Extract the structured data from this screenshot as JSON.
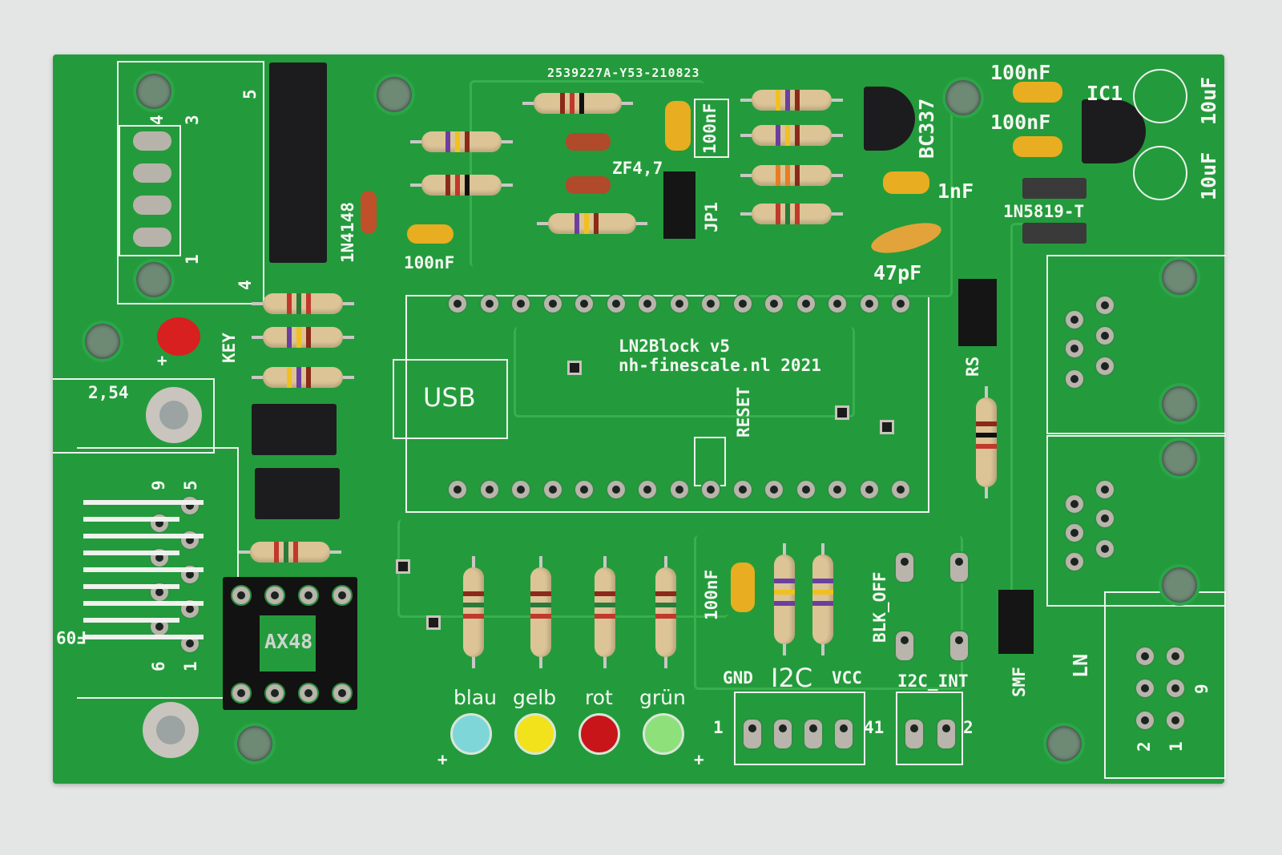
{
  "board": {
    "serial": "2539227A-Y53-210823",
    "title": "LN2Block v5",
    "credit": "nh-finescale.nl 2021",
    "labels": {
      "usb": "USB",
      "reset": "RESET",
      "key": "KEY",
      "pitch": "2,54",
      "diode_1n4148": "1N4148",
      "zener": "ZF4,7",
      "jp1": "JP1",
      "cap_100nF_a": "100nF",
      "cap_100nF_b": "100nF",
      "cap_100nF_c": "100nF",
      "cap_100nF_d": "100nF",
      "cap_100nF_e": "100nF",
      "cap_1nF": "1nF",
      "cap_47pF": "47pF",
      "transistor": "BC337",
      "ic1": "IC1",
      "elcap_a": "10uF",
      "elcap_b": "10uF",
      "diode_schottky": "1N5819-T",
      "rs": "RS",
      "blk_off": "BLK_OFF",
      "smf": "SMF",
      "ln": "LN",
      "optocoupler_socket": "AX48",
      "connector_f09": "F09",
      "gnd": "GND",
      "i2c": "I2C",
      "vcc": "VCC",
      "i2c_int": "I2C_INT",
      "plus_left": "+",
      "plus_right": "+",
      "plus_key": "+"
    },
    "pin_numbers": {
      "i2c_1": "1",
      "i2c_41": "41",
      "i2c_int_2": "2",
      "dsub_9": "9",
      "dsub_5": "5",
      "dsub_6": "6",
      "dsub_1": "1",
      "conn_5": "5",
      "conn_3": "3",
      "conn_4a": "4",
      "conn_1": "1",
      "conn_4b": "4",
      "ln_9": "9",
      "ln_2": "2",
      "ln_1": "1"
    },
    "leds": [
      {
        "label": "blau",
        "color": "#7fd6d8"
      },
      {
        "label": "gelb",
        "color": "#f2e21c"
      },
      {
        "label": "rot",
        "color": "#c8151a"
      },
      {
        "label": "grün",
        "color": "#8ee07a"
      }
    ],
    "colors": {
      "pcb": "#239b3c",
      "silkscreen": "#f4f7f2",
      "background": "#e4e6e6"
    }
  }
}
